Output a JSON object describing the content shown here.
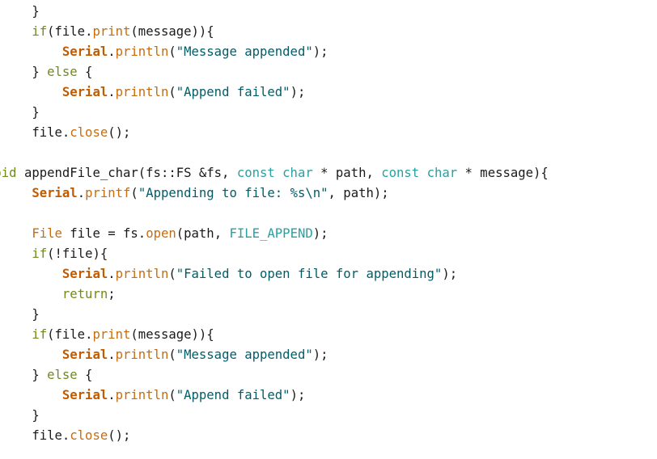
{
  "editor": {
    "colors": {
      "background": "#ffffff",
      "plain": "#1a1a1a",
      "keyword": "#6f8a1d",
      "type": "#c76c0e",
      "const_type": "#2aa0a0",
      "object": "#c25a00",
      "method": "#c76c0e",
      "string": "#005d68"
    },
    "lines": [
      [
        {
          "t": "plain",
          "v": "      }"
        }
      ],
      [
        {
          "t": "plain",
          "v": "      "
        },
        {
          "t": "keyword",
          "v": "if"
        },
        {
          "t": "plain",
          "v": "(file."
        },
        {
          "t": "method",
          "v": "print"
        },
        {
          "t": "plain",
          "v": "(message)){"
        }
      ],
      [
        {
          "t": "plain",
          "v": "          "
        },
        {
          "t": "object",
          "v": "Serial"
        },
        {
          "t": "plain",
          "v": "."
        },
        {
          "t": "method",
          "v": "println"
        },
        {
          "t": "plain",
          "v": "("
        },
        {
          "t": "string",
          "v": "\"Message appended\""
        },
        {
          "t": "plain",
          "v": ");"
        }
      ],
      [
        {
          "t": "plain",
          "v": "      } "
        },
        {
          "t": "keyword",
          "v": "else"
        },
        {
          "t": "plain",
          "v": " {"
        }
      ],
      [
        {
          "t": "plain",
          "v": "          "
        },
        {
          "t": "object",
          "v": "Serial"
        },
        {
          "t": "plain",
          "v": "."
        },
        {
          "t": "method",
          "v": "println"
        },
        {
          "t": "plain",
          "v": "("
        },
        {
          "t": "string",
          "v": "\"Append failed\""
        },
        {
          "t": "plain",
          "v": ");"
        }
      ],
      [
        {
          "t": "plain",
          "v": "      }"
        }
      ],
      [
        {
          "t": "plain",
          "v": "      file."
        },
        {
          "t": "method",
          "v": "close"
        },
        {
          "t": "plain",
          "v": "();"
        }
      ],
      [
        {
          "t": "plain",
          "v": ""
        }
      ],
      [
        {
          "t": "keyword",
          "v": "void"
        },
        {
          "t": "plain",
          "v": " appendFile_char(fs::FS &fs, "
        },
        {
          "t": "type2",
          "v": "const"
        },
        {
          "t": "plain",
          "v": " "
        },
        {
          "t": "type2",
          "v": "char"
        },
        {
          "t": "plain",
          "v": " * path, "
        },
        {
          "t": "type2",
          "v": "const"
        },
        {
          "t": "plain",
          "v": " "
        },
        {
          "t": "type2",
          "v": "char"
        },
        {
          "t": "plain",
          "v": " * message){"
        }
      ],
      [
        {
          "t": "plain",
          "v": "      "
        },
        {
          "t": "object",
          "v": "Serial"
        },
        {
          "t": "plain",
          "v": "."
        },
        {
          "t": "method",
          "v": "printf"
        },
        {
          "t": "plain",
          "v": "("
        },
        {
          "t": "string",
          "v": "\"Appending to file: %s\\n\""
        },
        {
          "t": "plain",
          "v": ", path);"
        }
      ],
      [
        {
          "t": "plain",
          "v": ""
        }
      ],
      [
        {
          "t": "plain",
          "v": "      "
        },
        {
          "t": "type",
          "v": "File"
        },
        {
          "t": "plain",
          "v": " file = fs."
        },
        {
          "t": "method",
          "v": "open"
        },
        {
          "t": "plain",
          "v": "(path, "
        },
        {
          "t": "const",
          "v": "FILE_APPEND"
        },
        {
          "t": "plain",
          "v": ");"
        }
      ],
      [
        {
          "t": "plain",
          "v": "      "
        },
        {
          "t": "keyword",
          "v": "if"
        },
        {
          "t": "plain",
          "v": "(!file){"
        }
      ],
      [
        {
          "t": "plain",
          "v": "          "
        },
        {
          "t": "object",
          "v": "Serial"
        },
        {
          "t": "plain",
          "v": "."
        },
        {
          "t": "method",
          "v": "println"
        },
        {
          "t": "plain",
          "v": "("
        },
        {
          "t": "string",
          "v": "\"Failed to open file for appending\""
        },
        {
          "t": "plain",
          "v": ");"
        }
      ],
      [
        {
          "t": "plain",
          "v": "          "
        },
        {
          "t": "keyword",
          "v": "return"
        },
        {
          "t": "plain",
          "v": ";"
        }
      ],
      [
        {
          "t": "plain",
          "v": "      }"
        }
      ],
      [
        {
          "t": "plain",
          "v": "      "
        },
        {
          "t": "keyword",
          "v": "if"
        },
        {
          "t": "plain",
          "v": "(file."
        },
        {
          "t": "method",
          "v": "print"
        },
        {
          "t": "plain",
          "v": "(message)){"
        }
      ],
      [
        {
          "t": "plain",
          "v": "          "
        },
        {
          "t": "object",
          "v": "Serial"
        },
        {
          "t": "plain",
          "v": "."
        },
        {
          "t": "method",
          "v": "println"
        },
        {
          "t": "plain",
          "v": "("
        },
        {
          "t": "string",
          "v": "\"Message appended\""
        },
        {
          "t": "plain",
          "v": ");"
        }
      ],
      [
        {
          "t": "plain",
          "v": "      } "
        },
        {
          "t": "keyword",
          "v": "else"
        },
        {
          "t": "plain",
          "v": " {"
        }
      ],
      [
        {
          "t": "plain",
          "v": "          "
        },
        {
          "t": "object",
          "v": "Serial"
        },
        {
          "t": "plain",
          "v": "."
        },
        {
          "t": "method",
          "v": "println"
        },
        {
          "t": "plain",
          "v": "("
        },
        {
          "t": "string",
          "v": "\"Append failed\""
        },
        {
          "t": "plain",
          "v": ");"
        }
      ],
      [
        {
          "t": "plain",
          "v": "      }"
        }
      ],
      [
        {
          "t": "plain",
          "v": "      file."
        },
        {
          "t": "method",
          "v": "close"
        },
        {
          "t": "plain",
          "v": "();"
        }
      ]
    ]
  }
}
